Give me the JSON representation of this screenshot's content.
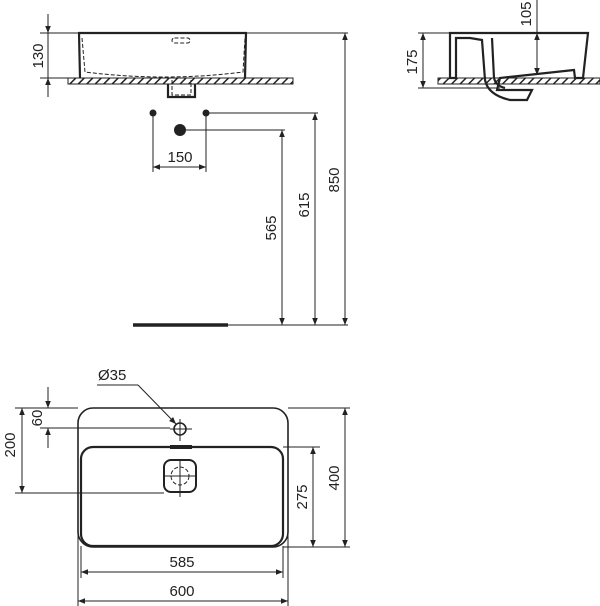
{
  "front_view": {
    "height_basin": "130",
    "tap_spacing": "150",
    "height_waste": "565",
    "height_supply": "615",
    "height_top": "850"
  },
  "side_view": {
    "height_total": "175",
    "depth_bowl": "105"
  },
  "plan_view": {
    "hole_diameter": "Ø35",
    "hole_offset": "60",
    "drain_offset": "200",
    "inner_depth": "275",
    "outer_depth": "400",
    "inner_width": "585",
    "outer_width": "600"
  },
  "colors": {
    "line": "#222222",
    "background": "#ffffff"
  }
}
